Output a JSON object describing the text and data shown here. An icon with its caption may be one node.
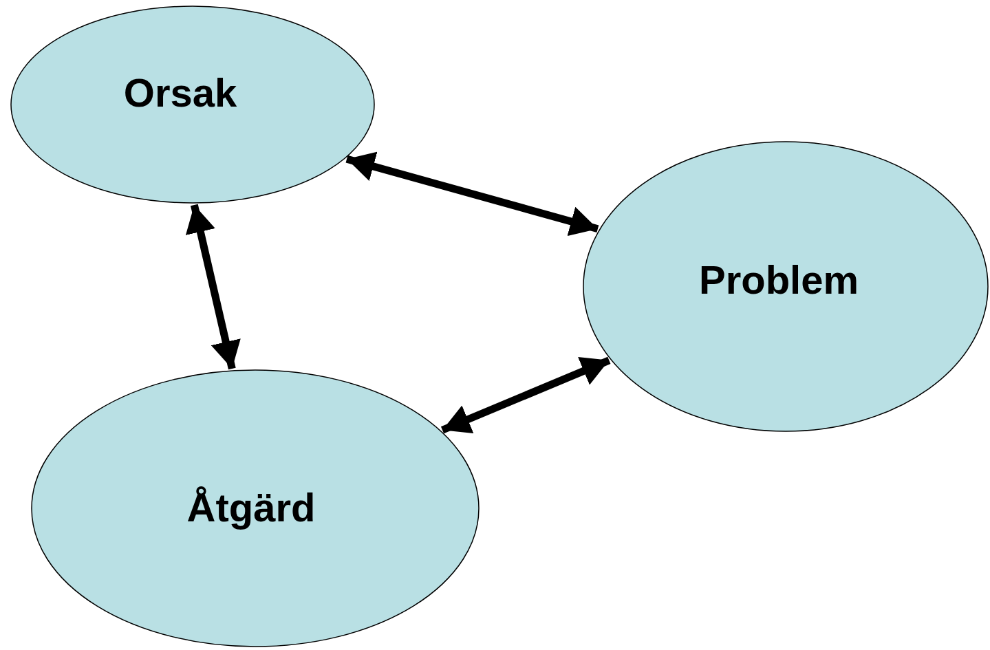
{
  "diagram": {
    "nodes": [
      {
        "text": [
          "Orsak"
        ]
      },
      {
        "text": [
          "Problem"
        ]
      },
      {
        "text": [
          "Åtgärd"
        ]
      }
    ],
    "edges": [
      {
        "from": 0,
        "to": 1,
        "arrow": "both"
      },
      {
        "from": 0,
        "to": 2,
        "arrow": "both"
      },
      {
        "from": 1,
        "to": 2,
        "arrow": "both"
      }
    ]
  }
}
